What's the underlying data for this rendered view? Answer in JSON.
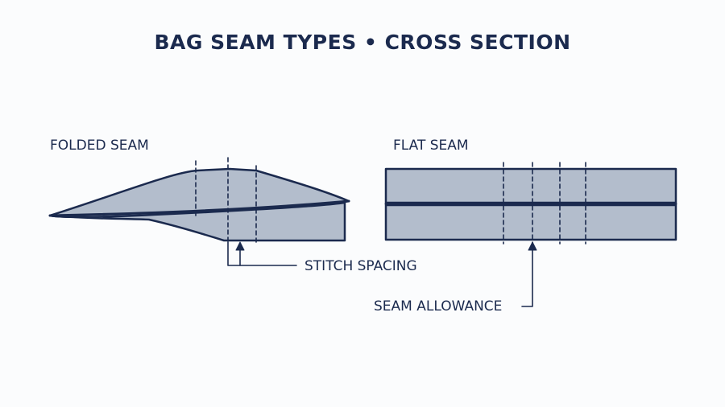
{
  "title": "BAG SEAM TYPES • CROSS SECTION",
  "sections": {
    "folded": {
      "label": "FOLDED SEAM"
    },
    "flat": {
      "label": "FLAT SEAM"
    }
  },
  "callouts": {
    "stitch_spacing": "STITCH SPACING",
    "seam_allowance": "SEAM ALLOWANCE"
  },
  "colors": {
    "ink": "#1b2a4e",
    "fabric_fill": "#b3bdcc",
    "background": "#fbfcfd"
  }
}
